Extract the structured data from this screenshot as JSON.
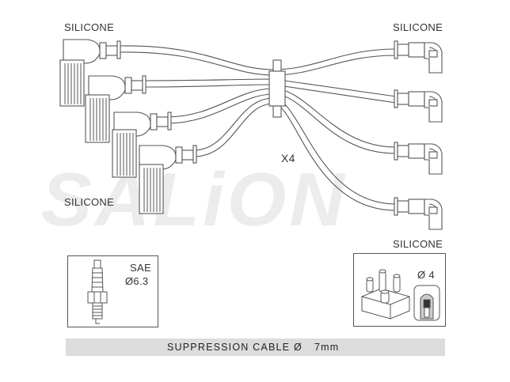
{
  "labels": {
    "silicone_top_left": "SILICONE",
    "silicone_top_right": "SILICONE",
    "silicone_mid_left": "SILICONE",
    "silicone_mid_right": "SILICONE",
    "multiplier": "X4"
  },
  "plug_box": {
    "standard": "SAE",
    "diameter": "Ø6.3"
  },
  "coil_box": {
    "diameter": "Ø 4"
  },
  "footer": {
    "label": "SUPPRESSION CABLE",
    "symbol": "Ø",
    "size": "7mm"
  },
  "watermark": {
    "text": "SALiON"
  },
  "colors": {
    "line": "#555555",
    "footer_bg": "#dcdcdc",
    "watermark": "#ececec",
    "text": "#333333"
  }
}
